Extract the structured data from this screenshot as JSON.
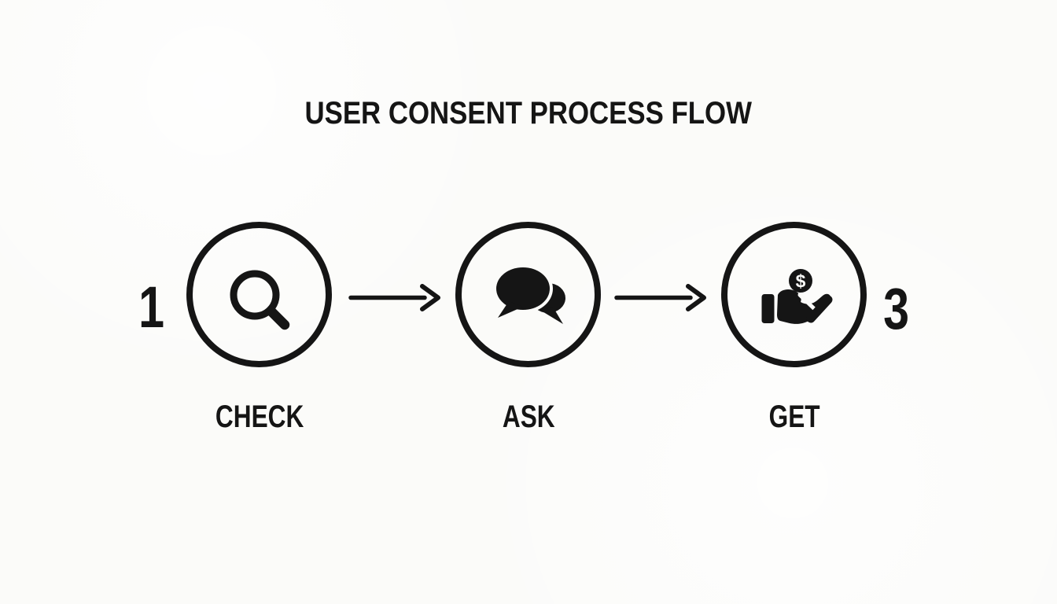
{
  "colors": {
    "background": "#fbfbf9",
    "ink": "#151515"
  },
  "title": "USER CONSENT PROCESS FLOW",
  "steps": [
    {
      "number": "1",
      "label": "CHECK",
      "icon": "search-icon"
    },
    {
      "number": "",
      "label": "ASK",
      "icon": "chat-bubbles-icon"
    },
    {
      "number": "3",
      "label": "GET",
      "icon": "hand-holding-dollar-icon",
      "coin_symbol": "$"
    }
  ],
  "connectors": [
    {
      "icon": "arrow-right-icon"
    },
    {
      "icon": "arrow-right-icon"
    }
  ]
}
